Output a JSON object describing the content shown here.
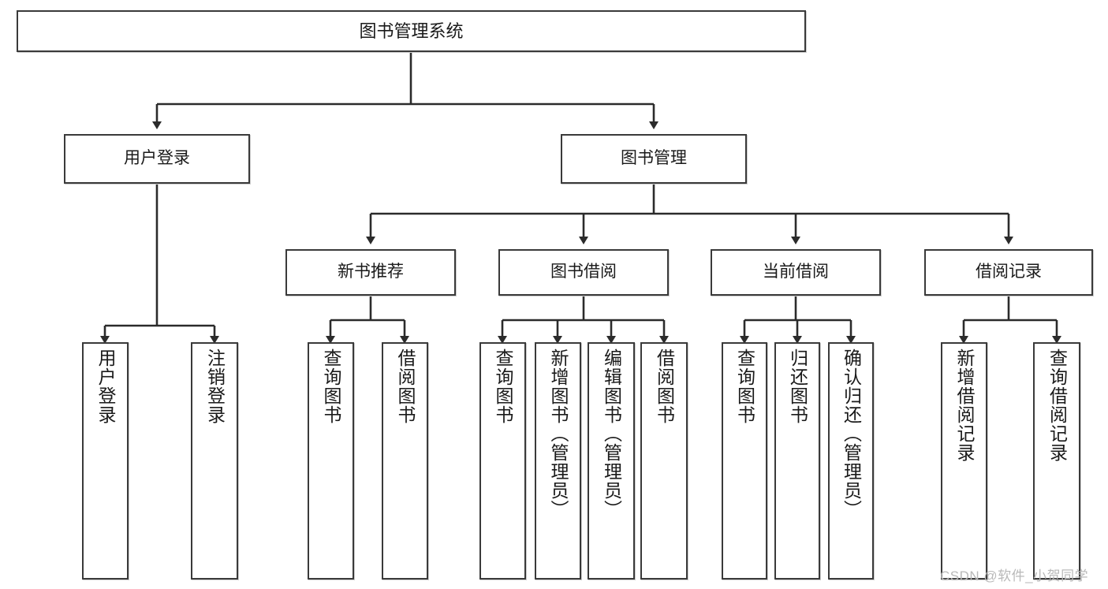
{
  "diagram": {
    "title": "图书管理系统",
    "type": "hierarchy-tree",
    "root": {
      "id": "root",
      "label": "图书管理系统"
    },
    "level1": [
      {
        "id": "l1-user-login",
        "label": "用户登录"
      },
      {
        "id": "l1-book-mgmt",
        "label": "图书管理"
      }
    ],
    "level2": [
      {
        "id": "l2-new-book-rec",
        "label": "新书推荐",
        "parent": "l1-book-mgmt"
      },
      {
        "id": "l2-book-borrow",
        "label": "图书借阅",
        "parent": "l1-book-mgmt"
      },
      {
        "id": "l2-current-borrow",
        "label": "当前借阅",
        "parent": "l1-book-mgmt"
      },
      {
        "id": "l2-borrow-record",
        "label": "借阅记录",
        "parent": "l1-book-mgmt"
      }
    ],
    "leaves": [
      {
        "id": "leaf-user-login",
        "label": "用户登录",
        "parent": "l1-user-login"
      },
      {
        "id": "leaf-logout-login",
        "label": "注销登录",
        "parent": "l1-user-login"
      },
      {
        "id": "leaf-query-book-1",
        "label": "查询图书",
        "parent": "l2-new-book-rec"
      },
      {
        "id": "leaf-borrow-book-1",
        "label": "借阅图书",
        "parent": "l2-new-book-rec"
      },
      {
        "id": "leaf-query-book-2",
        "label": "查询图书",
        "parent": "l2-book-borrow"
      },
      {
        "id": "leaf-add-book-admin",
        "label": "新增图书（管理员）",
        "parent": "l2-book-borrow"
      },
      {
        "id": "leaf-edit-book-admin",
        "label": "编辑图书（管理员）",
        "parent": "l2-book-borrow"
      },
      {
        "id": "leaf-borrow-book-2",
        "label": "借阅图书",
        "parent": "l2-book-borrow"
      },
      {
        "id": "leaf-query-book-3",
        "label": "查询图书",
        "parent": "l2-current-borrow"
      },
      {
        "id": "leaf-return-book",
        "label": "归还图书",
        "parent": "l2-current-borrow"
      },
      {
        "id": "leaf-confirm-return-admin",
        "label": "确认归还（管理员）",
        "parent": "l2-current-borrow"
      },
      {
        "id": "leaf-add-borrow-record",
        "label": "新增借阅记录",
        "parent": "l2-borrow-record"
      },
      {
        "id": "leaf-query-borrow-record",
        "label": "查询借阅记录",
        "parent": "l2-borrow-record"
      }
    ],
    "colors": {
      "box_border": "#3a3a3a",
      "box_fill": "#ffffff",
      "edge": "#2b2b2b",
      "text": "#1a1a1a",
      "watermark": "#b9b9b9",
      "background": "#ffffff"
    }
  },
  "watermark": {
    "text": "CSDN @软件_小贺同学"
  }
}
